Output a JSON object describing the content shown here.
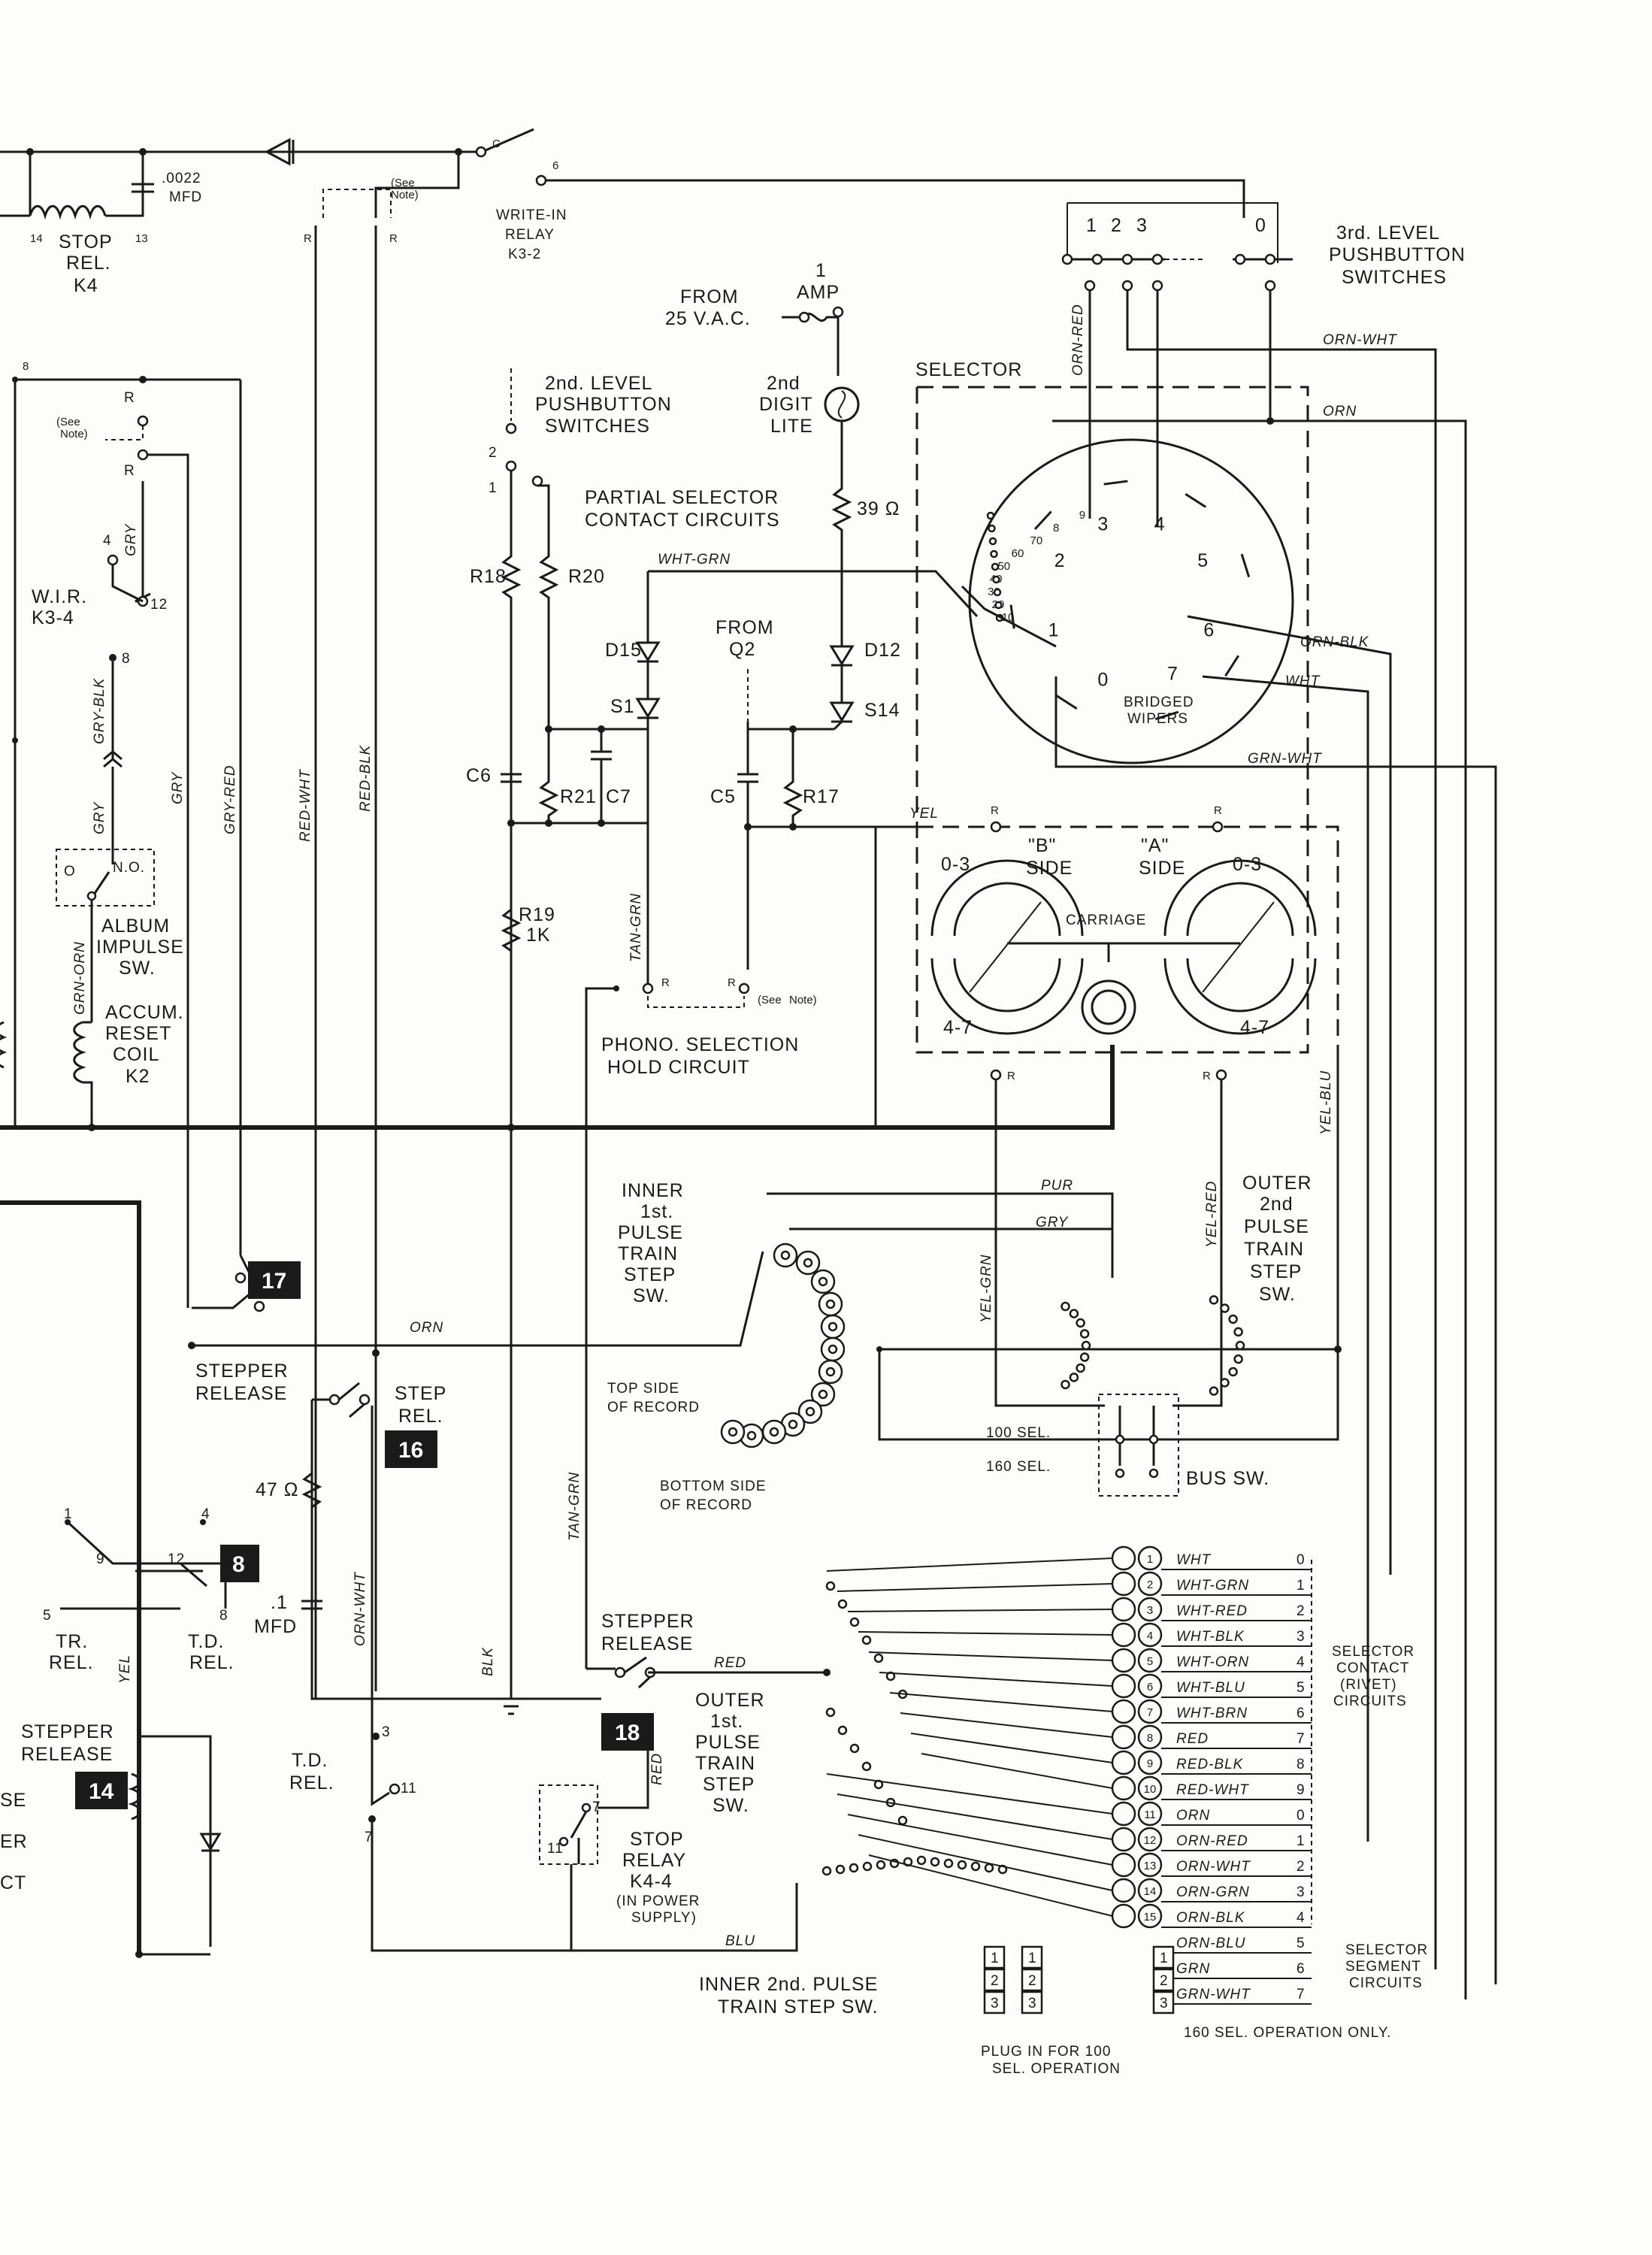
{
  "labels": {
    "cap_0022": ".0022",
    "mfd": "MFD",
    "stop_rel": "STOP",
    "stop_rel2": "REL.",
    "k4": "K4",
    "n14": "14",
    "n13": "13",
    "r": "R",
    "see_note": "(See",
    "note": "Note)",
    "write_in": "WRITE-IN",
    "relay": "RELAY",
    "k3_2": "K3-2",
    "n_c": "C",
    "n_6": "6",
    "lvl3": "3rd. LEVEL",
    "pushbutton": "PUSHBUTTON",
    "switches": "SWITCHES",
    "n1": "1",
    "n2": "2",
    "n3": "3",
    "n0": "0",
    "from": "FROM",
    "vac": "25 V.A.C.",
    "one": "1",
    "amp": "AMP",
    "second": "2nd",
    "digit": "DIGIT",
    "lite": "LITE",
    "selector": "SELECTOR",
    "lvl2": "2nd. LEVEL",
    "partial": "PARTIAL SELECTOR",
    "contact_circuits": "CONTACT CIRCUITS",
    "ohm39": "39 Ω",
    "r18": "R18",
    "r20": "R20",
    "from_q2a": "FROM",
    "q2": "Q2",
    "d15": "D15",
    "d12": "D12",
    "s1": "S1",
    "s14": "S14",
    "c6": "C6",
    "r21": "R21",
    "c7": "C7",
    "c5": "C5",
    "r17": "R17",
    "r19": "R19",
    "k1": "1K",
    "wir": "W.I.R.",
    "k3_4": "K3-4",
    "n4": "4",
    "n12": "12",
    "n8": "8",
    "o": "O",
    "no": "N.O.",
    "album": "ALBUM",
    "impulse": "IMPULSE",
    "sw": "SW.",
    "accum": "ACCUM.",
    "reset": "RESET",
    "coil": "COIL",
    "k2": "K2",
    "b_side": "\"B\"",
    "a_side": "\"A\"",
    "side": "SIDE",
    "o3": "0-3",
    "o47": "4-7",
    "carriage": "CARRIAGE",
    "phono": "PHONO. SELECTION",
    "hold": "HOLD CIRCUIT",
    "inner": "INNER",
    "first": "1st.",
    "pulse": "PULSE",
    "train": "TRAIN",
    "step": "STEP",
    "outer": "OUTER",
    "top_side": "TOP SIDE",
    "of_record": "OF RECORD",
    "bottom_side": "BOTTOM SIDE",
    "sel100": "100 SEL.",
    "sel160": "160 SEL.",
    "bus_sw": "BUS SW.",
    "b17": "17",
    "b16": "16",
    "b8": "8",
    "b18": "18",
    "b14": "14",
    "stepper": "STEPPER",
    "release": "RELEASE",
    "step_rel": "STEP",
    "rel": "REL.",
    "ohm47": "47 Ω",
    "cap_1": ".1",
    "tr_rel": "TR.",
    "td_rel": "T.D.",
    "n5": "5",
    "n9": "9",
    "n7": "7",
    "n11": "11",
    "relay_k44": "RELAY",
    "k4_4": "K4-4",
    "in_power": "(IN POWER",
    "supply": "SUPPLY)",
    "inner2": "INNER 2nd. PULSE",
    "train_step_sw": "TRAIN STEP SW.",
    "plug_in": "PLUG IN FOR 100",
    "sel_op": "SEL. OPERATION",
    "sel160_only": "160 SEL. OPERATION ONLY.",
    "contact_rivet_1": "SELECTOR",
    "contact_rivet_2": "CONTACT",
    "contact_rivet_3": "(RIVET)",
    "contact_rivet_4": "CIRCUITS",
    "segment_1": "SELECTOR",
    "segment_2": "SEGMENT",
    "segment_3": "CIRCUITS",
    "bridged": "BRIDGED",
    "wipers": "WIPERS",
    "se": "SE",
    "er": "ER",
    "ct": "CT",
    "stop_k44": "STOP"
  },
  "wires": {
    "orn_red": "ORN-RED",
    "orn_wht": "ORN-WHT",
    "orn": "ORN",
    "orn_blk": "ORN-BLK",
    "wht": "WHT",
    "grn_wht": "GRN-WHT",
    "wht_grn": "WHT-GRN",
    "gry": "GRY",
    "gry_blk": "GRY-BLK",
    "gry_red": "GRY-RED",
    "red_wht": "RED-WHT",
    "red_blk": "RED-BLK",
    "grn_orn": "GRN-ORN",
    "tan_grn": "TAN-GRN",
    "yel": "YEL",
    "yel_blu": "YEL-BLU",
    "yel_red": "YEL-RED",
    "yel_grn": "YEL-GRN",
    "pur": "PUR",
    "blk": "BLK",
    "red": "RED",
    "blu": "BLU"
  },
  "rivet_table": [
    {
      "n": "1",
      "wire": "WHT",
      "digit": "0"
    },
    {
      "n": "2",
      "wire": "WHT-GRN",
      "digit": "1"
    },
    {
      "n": "3",
      "wire": "WHT-RED",
      "digit": "2"
    },
    {
      "n": "4",
      "wire": "WHT-BLK",
      "digit": "3"
    },
    {
      "n": "5",
      "wire": "WHT-ORN",
      "digit": "4"
    },
    {
      "n": "6",
      "wire": "WHT-BLU",
      "digit": "5"
    },
    {
      "n": "7",
      "wire": "WHT-BRN",
      "digit": "6"
    },
    {
      "n": "8",
      "wire": "RED",
      "digit": "7"
    },
    {
      "n": "9",
      "wire": "RED-BLK",
      "digit": "8"
    },
    {
      "n": "10",
      "wire": "RED-WHT",
      "digit": "9"
    },
    {
      "n": "11",
      "wire": "ORN",
      "digit": "0"
    },
    {
      "n": "12",
      "wire": "ORN-RED",
      "digit": "1"
    },
    {
      "n": "13",
      "wire": "ORN-WHT",
      "digit": "2"
    },
    {
      "n": "14",
      "wire": "ORN-GRN",
      "digit": "3"
    },
    {
      "n": "15",
      "wire": "ORN-BLK",
      "digit": "4"
    }
  ],
  "segment_table": [
    {
      "wire": "ORN-BLU",
      "digit": "5"
    },
    {
      "wire": "GRN",
      "digit": "6"
    },
    {
      "wire": "GRN-WHT",
      "digit": "7"
    }
  ],
  "selector_dial": {
    "marks": [
      "9",
      "8",
      "70",
      "60",
      "50",
      "40",
      "30",
      "20",
      "10"
    ],
    "positions": [
      "0",
      "1",
      "2",
      "3",
      "4",
      "5",
      "6",
      "7"
    ]
  },
  "plugs": [
    "1",
    "2",
    "3"
  ]
}
